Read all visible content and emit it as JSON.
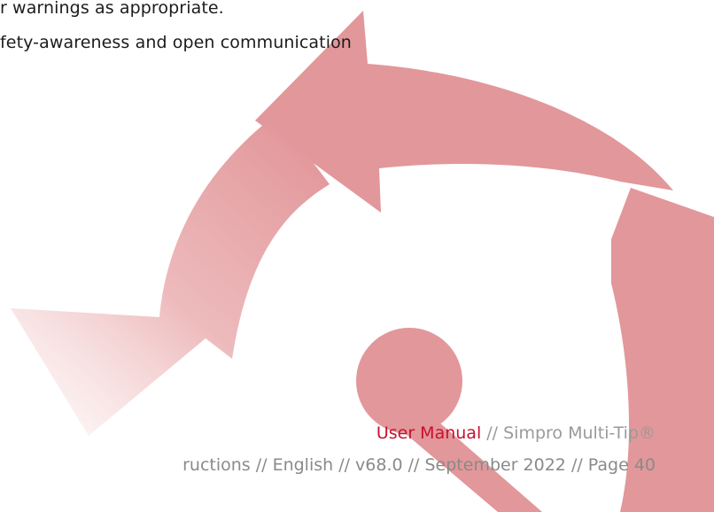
{
  "body": {
    "line1": "r warnings as appropriate.",
    "line2": "fety-awareness and open communication"
  },
  "footer": {
    "document_type": "User Manual",
    "separator": " // ",
    "product": "Simpro Multi-Tip®",
    "meta": "ructions // English // v68.0 // September 2022 // Page 40"
  },
  "theme": {
    "accent": "#c8102e",
    "arrow_fill": "#e2979a",
    "text": "#1c1c1c",
    "footer_text": "#9a9a9a"
  }
}
